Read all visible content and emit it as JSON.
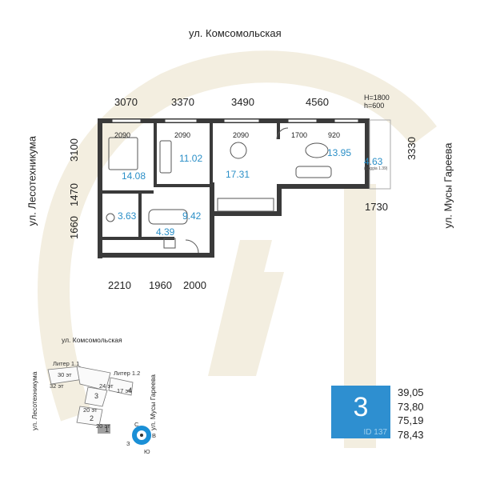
{
  "streets": {
    "top": "ул. Комсомольская",
    "left": "ул. Лесотехникума",
    "right": "ул. Мусы Гареева"
  },
  "dimensions": {
    "top": [
      "3070",
      "3370",
      "3490",
      "4560"
    ],
    "height_note": [
      "H=1800",
      "h=600"
    ],
    "left": [
      "3100",
      "1470",
      "1660"
    ],
    "right_top": "3330",
    "right_bottom": "1730",
    "bottom": [
      "2210",
      "1960",
      "2000"
    ],
    "windows": [
      "2090",
      "2090",
      "2090",
      "1700",
      "920"
    ]
  },
  "rooms": {
    "bedroom": "14.08",
    "room2": "11.02",
    "kitchen": "17.31",
    "living": "13.95",
    "loggia": "4.63",
    "loggia_note": "(Loggia 1.39)",
    "hall": "9.42",
    "wc": "3.63",
    "bath": "4.39"
  },
  "site_plan": {
    "street_top": "ул. Комсомольская",
    "street_left": "ул. Лесотехникума",
    "street_right": "ул. Мусы Гареева",
    "liter1": "Литер 1.1",
    "liter2": "Литер 1.2",
    "labels": [
      "30 эт",
      "32 эт",
      "24 эт",
      "17 эт",
      "20 эт",
      "20 эт"
    ],
    "sections": [
      "3",
      "4",
      "2",
      "1"
    ],
    "compass": {
      "n": "С",
      "e": "В",
      "s": "Ю",
      "w": "З"
    }
  },
  "badge": {
    "rooms": "3",
    "id": "ID 137",
    "color": "#2e8fd0"
  },
  "areas": [
    "39,05",
    "73,80",
    "75,19",
    "78,43"
  ],
  "watermark": {
    "text": "21",
    "color": "#f4efe2"
  }
}
